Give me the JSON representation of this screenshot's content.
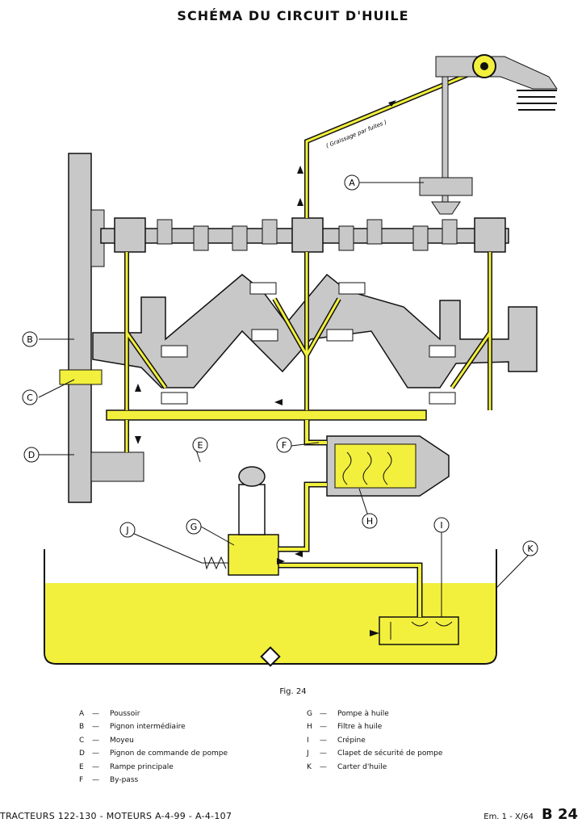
{
  "title": "SCHÉMA DU CIRCUIT D'HUILE",
  "diagram_note": "( Graissage par fuites )",
  "figure_caption": "Fig. 24",
  "callouts": [
    "A",
    "B",
    "C",
    "D",
    "E",
    "F",
    "G",
    "H",
    "I",
    "J",
    "K"
  ],
  "legend_left": [
    {
      "letter": "A",
      "dash": "—",
      "text": "Poussoir"
    },
    {
      "letter": "B",
      "dash": "—",
      "text": "Pignon intermédiaire"
    },
    {
      "letter": "C",
      "dash": "—",
      "text": "Moyeu"
    },
    {
      "letter": "D",
      "dash": "—",
      "text": "Pignon de commande de pompe"
    },
    {
      "letter": "E",
      "dash": "—",
      "text": "Rampe principale"
    },
    {
      "letter": "F",
      "dash": "—",
      "text": "By-pass"
    }
  ],
  "legend_right": [
    {
      "letter": "G",
      "dash": "—",
      "text": "Pompe à huile"
    },
    {
      "letter": "H",
      "dash": "—",
      "text": "Filtre à huile"
    },
    {
      "letter": "I",
      "dash": "—",
      "text": "Crépine"
    },
    {
      "letter": "J",
      "dash": "—",
      "text": "Clapet de sécurité de pompe"
    },
    {
      "letter": "K",
      "dash": "—",
      "text": "Carter d'huile"
    }
  ],
  "footer": {
    "left": "TRACTEURS  122-130  -  MOTEURS  A-4-99  -  A-4-107",
    "edition": "Em. 1  -  X/64",
    "page": "B 24"
  },
  "colors": {
    "oil": "#f2f03c",
    "metal": "#c8c8c8",
    "outline": "#111111",
    "paper": "#ffffff"
  }
}
